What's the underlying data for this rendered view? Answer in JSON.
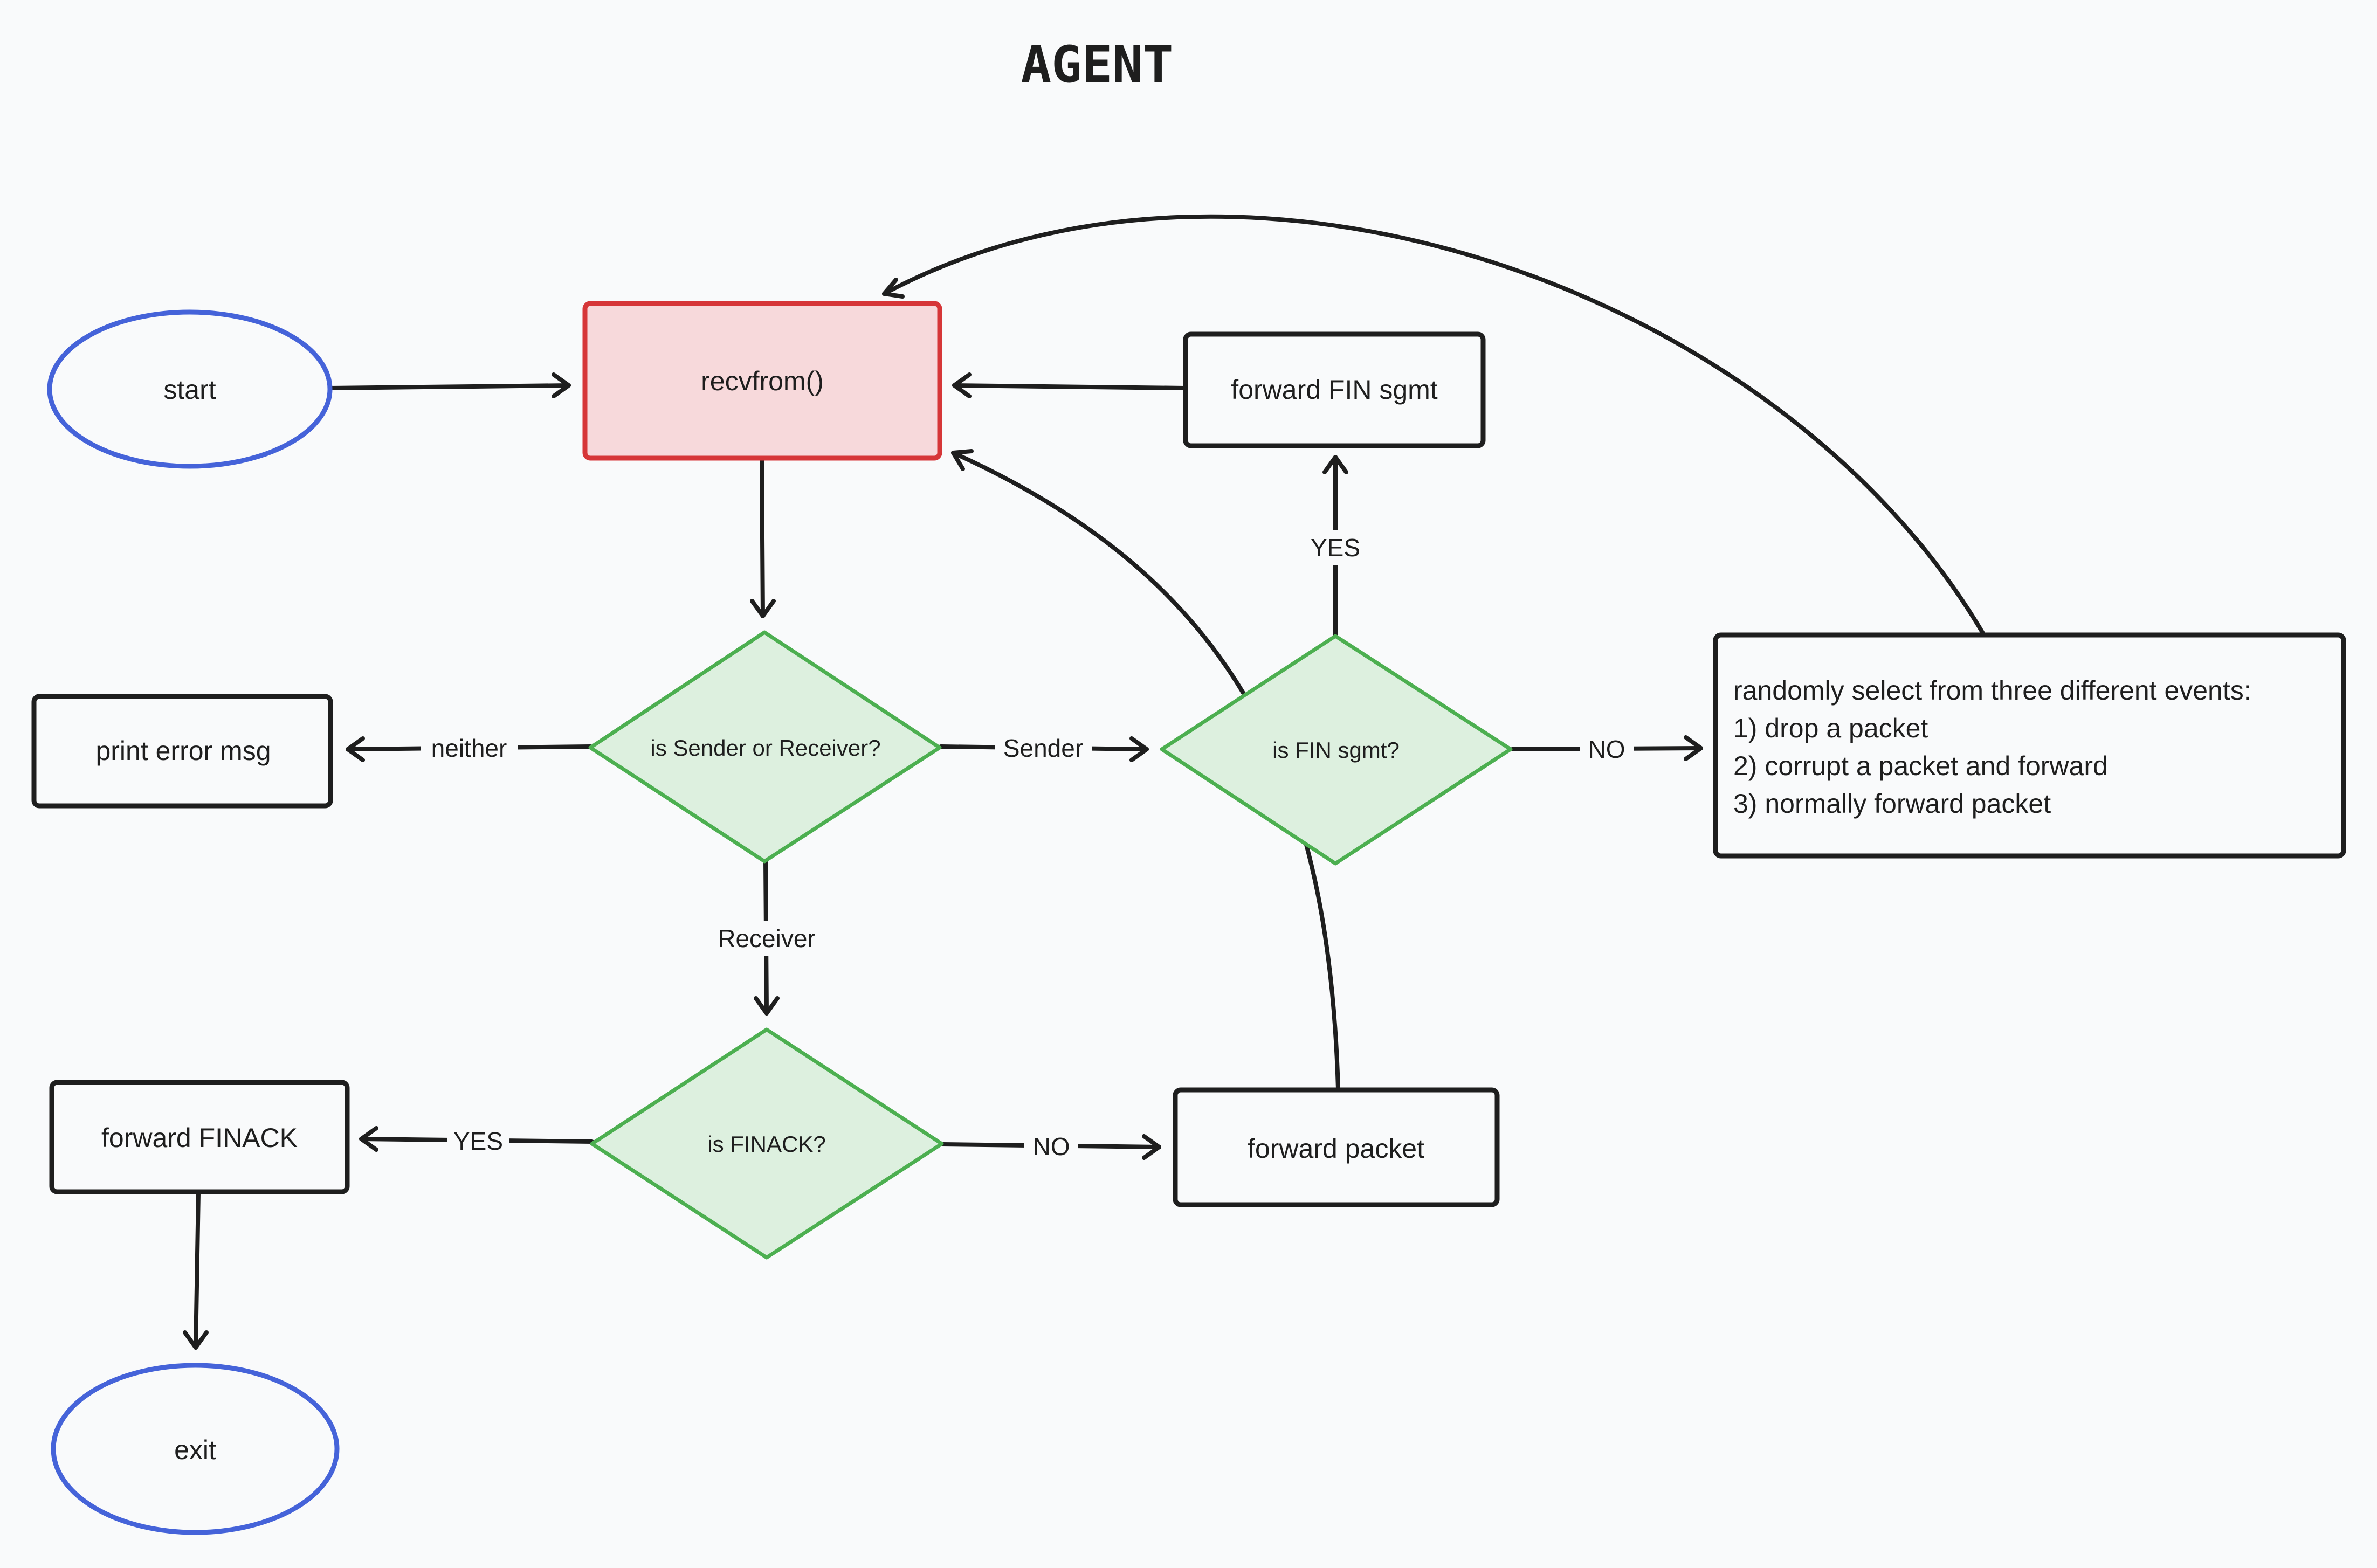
{
  "title": "AGENT",
  "nodes": {
    "start": "start",
    "recvfrom": "recvfrom()",
    "forward_fin": "forward FIN sgmt",
    "print_error": "print error msg",
    "is_sender_receiver": "is Sender or Receiver?",
    "is_fin": "is FIN sgmt?",
    "random_events": {
      "line1": "randomly select from three different events:",
      "line2": "1) drop a packet",
      "line3": "2) corrupt a packet and forward",
      "line4": "3) normally forward packet"
    },
    "is_finack": "is FINACK?",
    "forward_finack": "forward FINACK",
    "forward_packet": "forward packet",
    "exit": "exit"
  },
  "edge_labels": {
    "neither": "neither",
    "sender": "Sender",
    "receiver": "Receiver",
    "fin_yes": "YES",
    "fin_no": "NO",
    "finack_yes": "YES",
    "finack_no": "NO"
  },
  "colors": {
    "stroke": "#1e1e1e",
    "ellipse_stroke": "#4563d9",
    "red_stroke": "#d63638",
    "red_fill": "#f7d9db",
    "diamond_stroke": "#4caf50",
    "diamond_fill": "#ddf0df",
    "background": "#f9fafb"
  }
}
